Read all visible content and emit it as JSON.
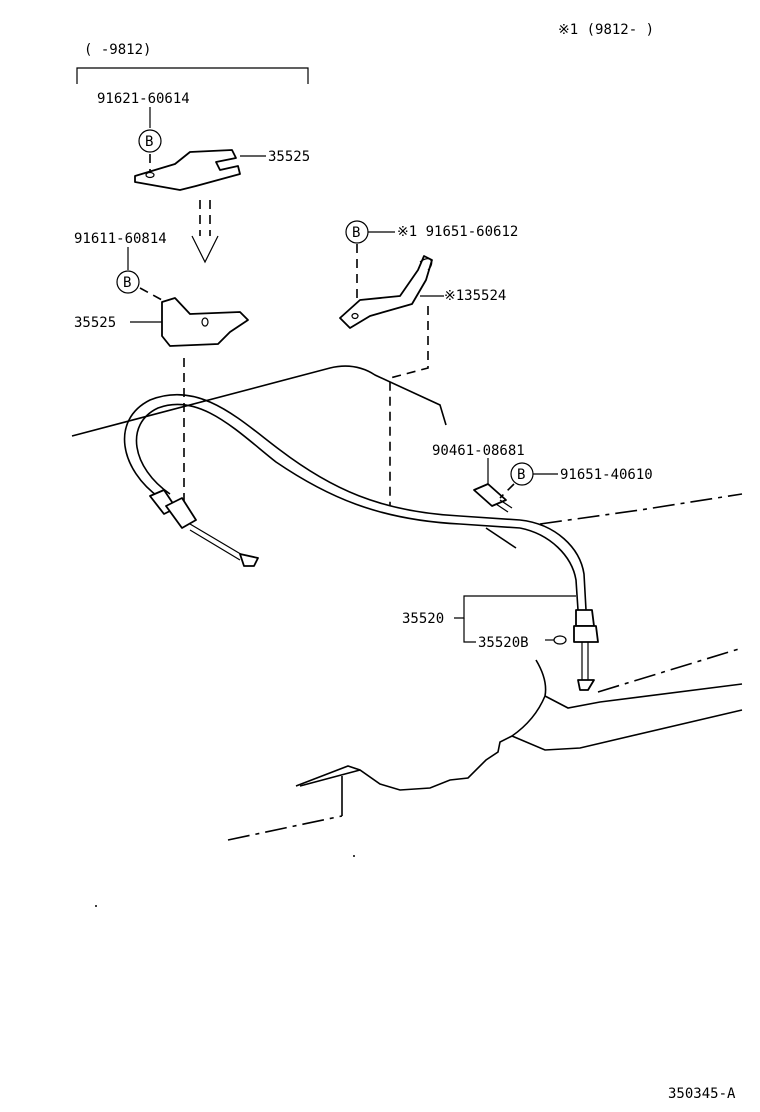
{
  "header": {
    "note_right": "※1 (9812-     )",
    "bracket_label": "(    -9812)"
  },
  "footer": {
    "diagram_id": "350345-A"
  },
  "bolt_marker": "B",
  "callouts": {
    "bolt_top": "91621-60614",
    "bracket_upper": "35525",
    "bolt_mid": "91611-60814",
    "bracket_lower": "35525",
    "bolt_alt": "※1 91651-60612",
    "bracket_alt": "※135524",
    "clip": "90461-08681",
    "bolt_right": "91651-40610",
    "cable_assy": "35520",
    "cable_sub": "35520B"
  }
}
